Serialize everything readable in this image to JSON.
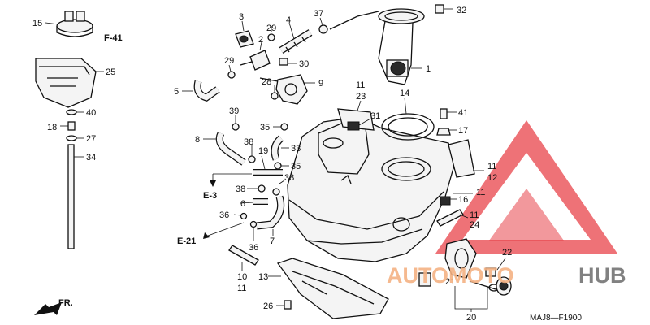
{
  "diagram": {
    "labels": [
      {
        "id": "15",
        "text": "15"
      },
      {
        "id": "f41",
        "text": "F-41"
      },
      {
        "id": "25",
        "text": "25"
      },
      {
        "id": "40",
        "text": "40"
      },
      {
        "id": "18",
        "text": "18"
      },
      {
        "id": "27",
        "text": "27"
      },
      {
        "id": "34",
        "text": "34"
      },
      {
        "id": "3",
        "text": "3"
      },
      {
        "id": "29a",
        "text": "29"
      },
      {
        "id": "2",
        "text": "2"
      },
      {
        "id": "4",
        "text": "4"
      },
      {
        "id": "37",
        "text": "37"
      },
      {
        "id": "32",
        "text": "32"
      },
      {
        "id": "1",
        "text": "1"
      },
      {
        "id": "29b",
        "text": "29"
      },
      {
        "id": "30",
        "text": "30"
      },
      {
        "id": "5",
        "text": "5"
      },
      {
        "id": "28",
        "text": "28"
      },
      {
        "id": "9",
        "text": "9"
      },
      {
        "id": "11a",
        "text": "11"
      },
      {
        "id": "23",
        "text": "23"
      },
      {
        "id": "14",
        "text": "14"
      },
      {
        "id": "39",
        "text": "39"
      },
      {
        "id": "31",
        "text": "31"
      },
      {
        "id": "41",
        "text": "41"
      },
      {
        "id": "17",
        "text": "17"
      },
      {
        "id": "8",
        "text": "8"
      },
      {
        "id": "35a",
        "text": "35"
      },
      {
        "id": "38a",
        "text": "38"
      },
      {
        "id": "19",
        "text": "19"
      },
      {
        "id": "33",
        "text": "33"
      },
      {
        "id": "35b",
        "text": "35"
      },
      {
        "id": "38b",
        "text": "38"
      },
      {
        "id": "38c",
        "text": "38"
      },
      {
        "id": "e3",
        "text": "E-3"
      },
      {
        "id": "6",
        "text": "6"
      },
      {
        "id": "36a",
        "text": "36"
      },
      {
        "id": "e21",
        "text": "E-21"
      },
      {
        "id": "7",
        "text": "7"
      },
      {
        "id": "36b",
        "text": "36"
      },
      {
        "id": "11b",
        "text": "11"
      },
      {
        "id": "12",
        "text": "12"
      },
      {
        "id": "11c",
        "text": "11"
      },
      {
        "id": "16",
        "text": "16"
      },
      {
        "id": "11d",
        "text": "11"
      },
      {
        "id": "24",
        "text": "24"
      },
      {
        "id": "10",
        "text": "10"
      },
      {
        "id": "11e",
        "text": "11"
      },
      {
        "id": "13",
        "text": "13"
      },
      {
        "id": "26",
        "text": "26"
      },
      {
        "id": "22",
        "text": "22"
      },
      {
        "id": "21",
        "text": "21"
      },
      {
        "id": "20",
        "text": "20"
      },
      {
        "id": "fr",
        "text": "FR."
      }
    ],
    "diagram_code": "MAJ8—F1900"
  },
  "watermark": {
    "brand_left": "AUTOMOTO",
    "brand_right": "HUB",
    "color_primary": "#e8434a",
    "color_secondary": "#f4b183",
    "color_text_dark": "#6b6b6b"
  }
}
